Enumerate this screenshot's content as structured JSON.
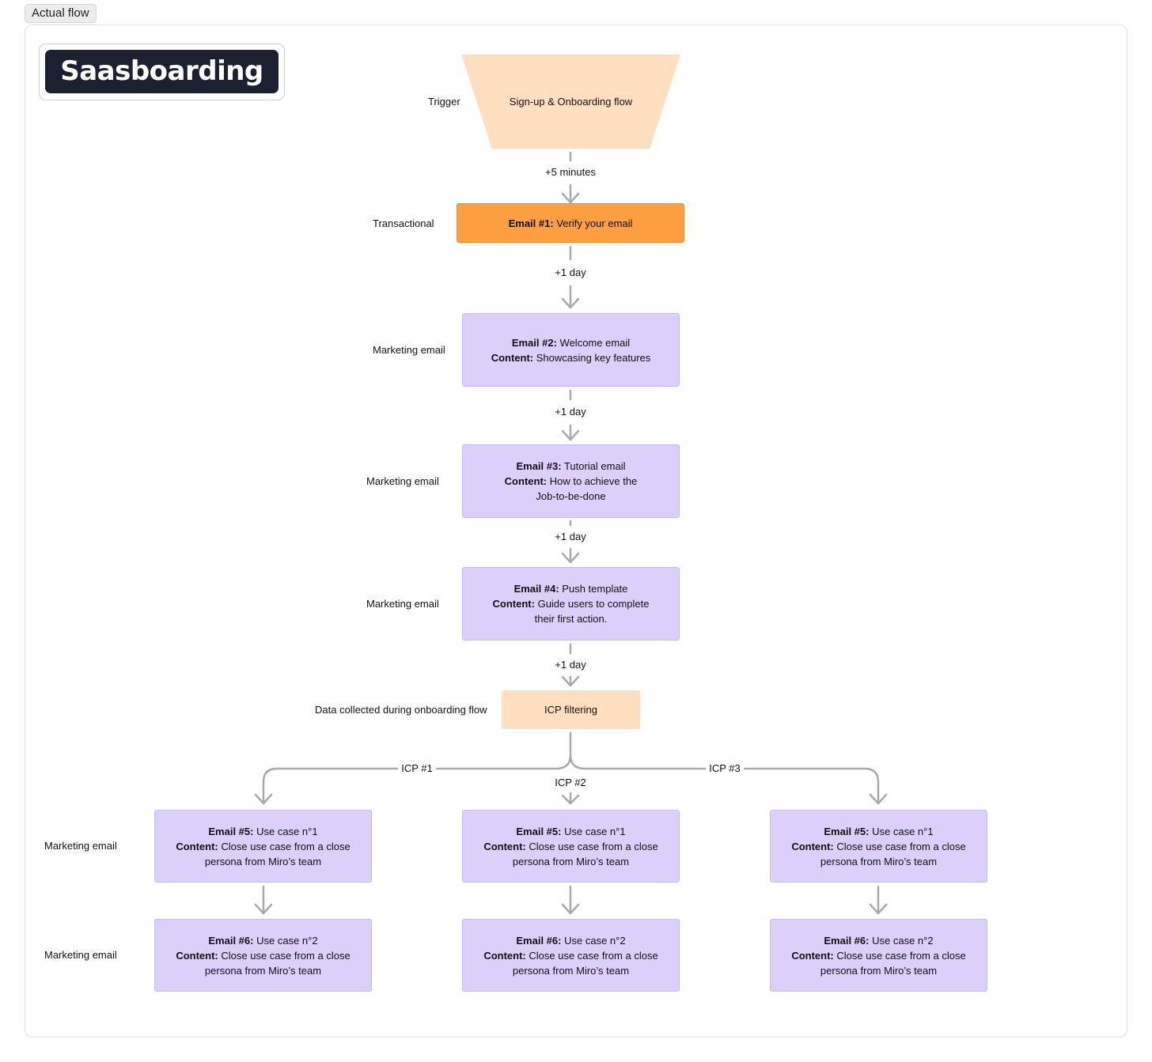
{
  "tab_label": "Actual flow",
  "logo_text": "Saasboarding",
  "trigger": {
    "side_label": "Trigger",
    "line1": "Sign-up &",
    "line2": "Onboarding flow"
  },
  "delays": {
    "d0": "+5 minutes",
    "d1": "+1 day",
    "d2": "+1 day",
    "d3": "+1 day",
    "d4": "+1 day"
  },
  "email1": {
    "side_label": "Transactional",
    "title": "Email #1:",
    "text": "Verify your email"
  },
  "email2": {
    "side_label": "Marketing email",
    "title": "Email #2:",
    "text": "Welcome email",
    "content_label": "Content:",
    "content": "Showcasing key features"
  },
  "email3": {
    "side_label": "Marketing email",
    "title": "Email #3:",
    "text": "Tutorial email",
    "content_label": "Content:",
    "content": "How to achieve the",
    "content2": "Job-to-be-done"
  },
  "email4": {
    "side_label": "Marketing email",
    "title": "Email #4:",
    "text": "Push template",
    "content_label": "Content:",
    "content": "Guide users to complete",
    "content2": "their first action."
  },
  "icp": {
    "side_label": "Data collected during onboarding flow",
    "text": "ICP filtering"
  },
  "branches": [
    "ICP #1",
    "ICP #2",
    "ICP #3"
  ],
  "row5_side_label": "Marketing email",
  "row6_side_label": "Marketing email",
  "email5": {
    "title": "Email #5:",
    "text": "Use case n°1",
    "content_label": "Content:",
    "content": "Close use case from a close",
    "content2": "persona from Miro’s team"
  },
  "email6": {
    "title": "Email #6:",
    "text": "Use case n°2",
    "content_label": "Content:",
    "content": "Close use case from a close",
    "content2": "persona from Miro’s team"
  },
  "colors": {
    "purple_node": "#dccffa",
    "orange_node": "#fd9f41",
    "peach_node": "#ffdfbf",
    "connector": "#a9a9a9",
    "logo_bg": "#1c2132"
  }
}
